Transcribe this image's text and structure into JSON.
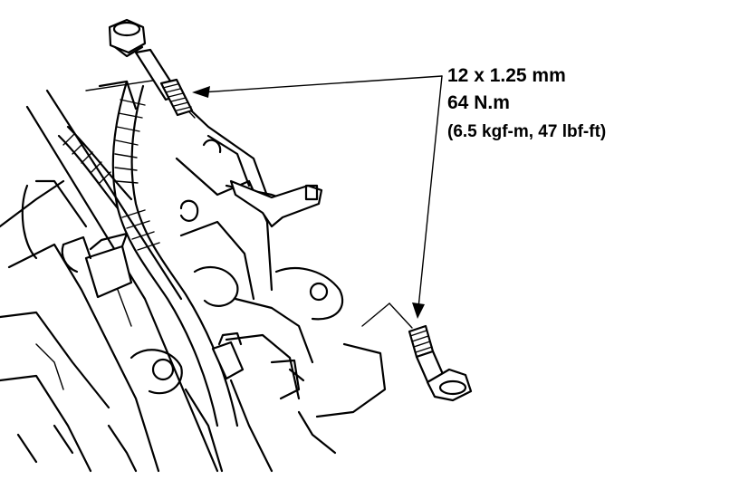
{
  "callout": {
    "thread": "12 x 1.25 mm",
    "torque_nm": "64 N.m",
    "torque_alt": "(6.5 kgf-m, 47 lbf-ft)"
  },
  "colors": {
    "line": "#000000",
    "background": "#ffffff"
  }
}
